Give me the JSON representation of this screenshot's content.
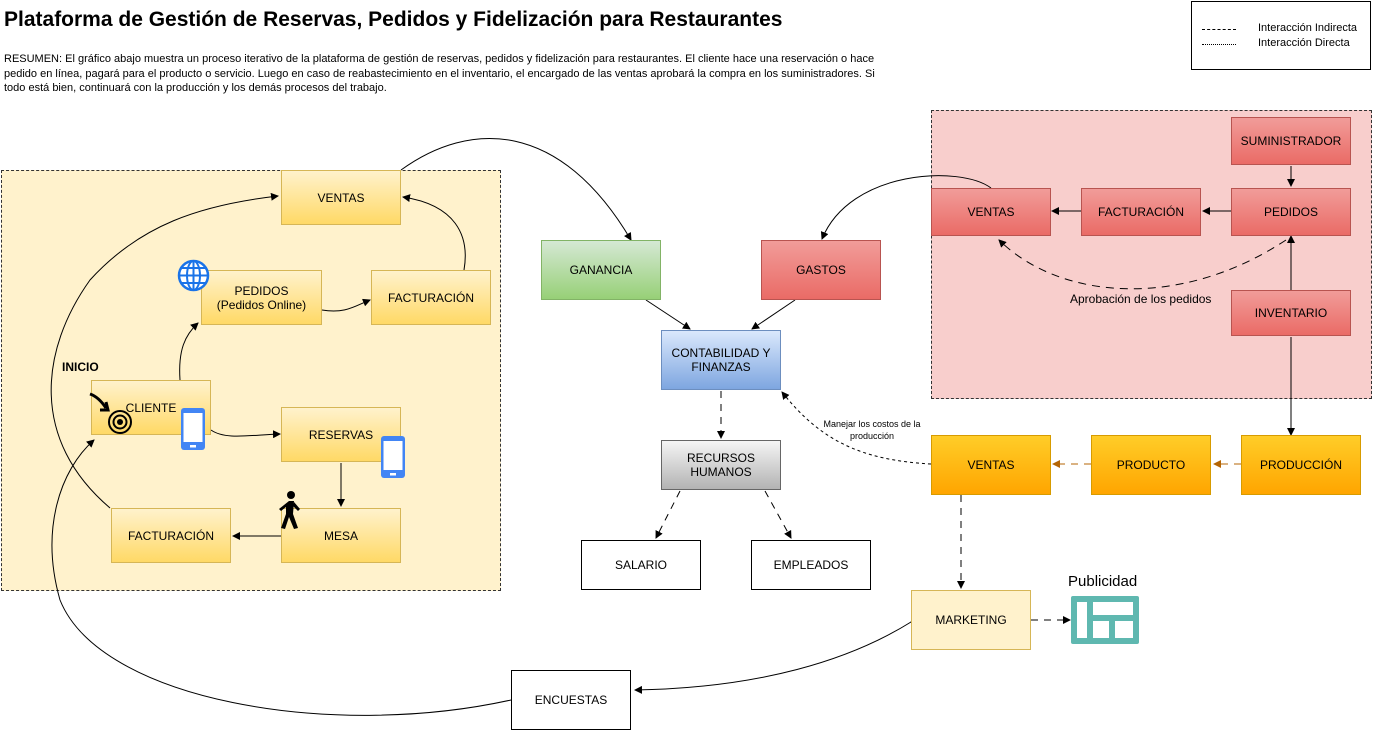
{
  "title": "Plataforma de Gestión de Reservas, Pedidos y Fidelización para Restaurantes",
  "summary": "RESUMEN: El gráfico abajo muestra un proceso iterativo de la plataforma de gestión de reservas, pedidos y fidelización para restaurantes. El cliente hace una reservación o hace pedido en línea, pagará para el producto o servicio. Luego en caso de reabastecimiento en el inventario, el encargado de las ventas aprobará la compra en los suministradores. Si todo está bien, continuará con la producción y los demás procesos del trabajo.",
  "legend": {
    "indirect_label": "Interacción Indirecta",
    "direct_label": "Interacción Directa"
  },
  "client_area": {
    "start_label": "INICIO",
    "ventas": "VENTAS",
    "pedidos": "PEDIDOS",
    "pedidos_sub": "(Pedidos Online)",
    "facturacion_top": "FACTURACIÓN",
    "cliente": "CLIENTE",
    "reservas": "RESERVAS",
    "mesa": "MESA",
    "facturacion_bottom": "FACTURACIÓN"
  },
  "center": {
    "ganancia": "GANANCIA",
    "gastos": "GASTOS",
    "contabilidad": "CONTABILIDAD Y FINANZAS",
    "rrhh": "RECURSOS HUMANOS",
    "salario": "SALARIO",
    "empleados": "EMPLEADOS"
  },
  "supply_area": {
    "suministrador": "SUMINISTRADOR",
    "ventas": "VENTAS",
    "facturacion": "FACTURACIÓN",
    "pedidos": "PEDIDOS",
    "inventario": "INVENTARIO",
    "approval_label": "Aprobación de los pedidos"
  },
  "production": {
    "ventas": "VENTAS",
    "producto": "PRODUCTO",
    "produccion": "PRODUCCIÓN",
    "costs_label": "Manejar los costos de la producción"
  },
  "marketing": {
    "marketing": "MARKETING",
    "publicidad": "Publicidad",
    "encuestas": "ENCUESTAS"
  },
  "colors": {
    "client_region": "#fff2cc",
    "supply_region": "#f8cecc",
    "production": "#ffa500",
    "advert_icon": "#5fb8b0"
  },
  "icons": [
    "globe-icon",
    "phone-icon",
    "target-icon",
    "walking-person-icon",
    "billboard-icon"
  ]
}
